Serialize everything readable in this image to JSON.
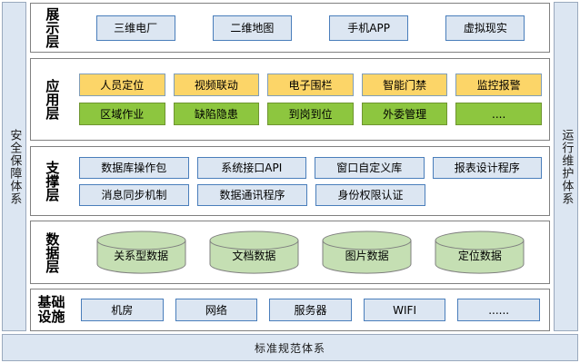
{
  "bands": {
    "left": "安全保障体系",
    "right": "运行维护体系",
    "bottom": "标准规范体系"
  },
  "colors": {
    "band_fill": "#DCE6F2",
    "band_border": "#9AA9BD",
    "blue_fill": "#DCE6F2",
    "blue_border": "#4A7EBB",
    "yellow_fill": "#FCD568",
    "yellow_border": "#7F9DB9",
    "green_fill": "#8DC63F",
    "green_border": "#6F9531",
    "cylinder_fill": "#C5DFB3",
    "cylinder_border": "#7F7F7F",
    "layer_border": "#808080"
  },
  "layers": [
    {
      "id": "presentation",
      "label": "展示层",
      "label_mode": "vertical",
      "rows": [
        {
          "style": "blue",
          "nodes": [
            "三维电厂",
            "二维地图",
            "手机APP",
            "虚拟现实"
          ]
        }
      ]
    },
    {
      "id": "application",
      "label": "应用层",
      "label_mode": "vertical",
      "rows": [
        {
          "style": "yellow",
          "nodes": [
            "人员定位",
            "视频联动",
            "电子围栏",
            "智能门禁",
            "监控报警"
          ]
        },
        {
          "style": "green",
          "nodes": [
            "区域作业",
            "缺陷隐患",
            "到岗到位",
            "外委管理",
            "...."
          ]
        }
      ]
    },
    {
      "id": "support",
      "label": "支撑层",
      "label_mode": "vertical",
      "rows": [
        {
          "style": "blue",
          "nodes": [
            "数据库操作包",
            "系统接口API",
            "窗口自定义库",
            "报表设计程序"
          ]
        },
        {
          "style": "blue",
          "nodes": [
            "消息同步机制",
            "数据通讯程序",
            "身份权限认证",
            ""
          ]
        }
      ]
    },
    {
      "id": "data",
      "label": "数据层",
      "label_mode": "vertical",
      "cylinders": [
        "关系型数据",
        "文档数据",
        "图片数据",
        "定位数据"
      ]
    },
    {
      "id": "infra",
      "label": "基础设施",
      "label_mode": "two-col",
      "rows": [
        {
          "style": "blue",
          "nodes": [
            "机房",
            "网络",
            "服务器",
            "WIFI",
            "......"
          ]
        }
      ]
    }
  ]
}
